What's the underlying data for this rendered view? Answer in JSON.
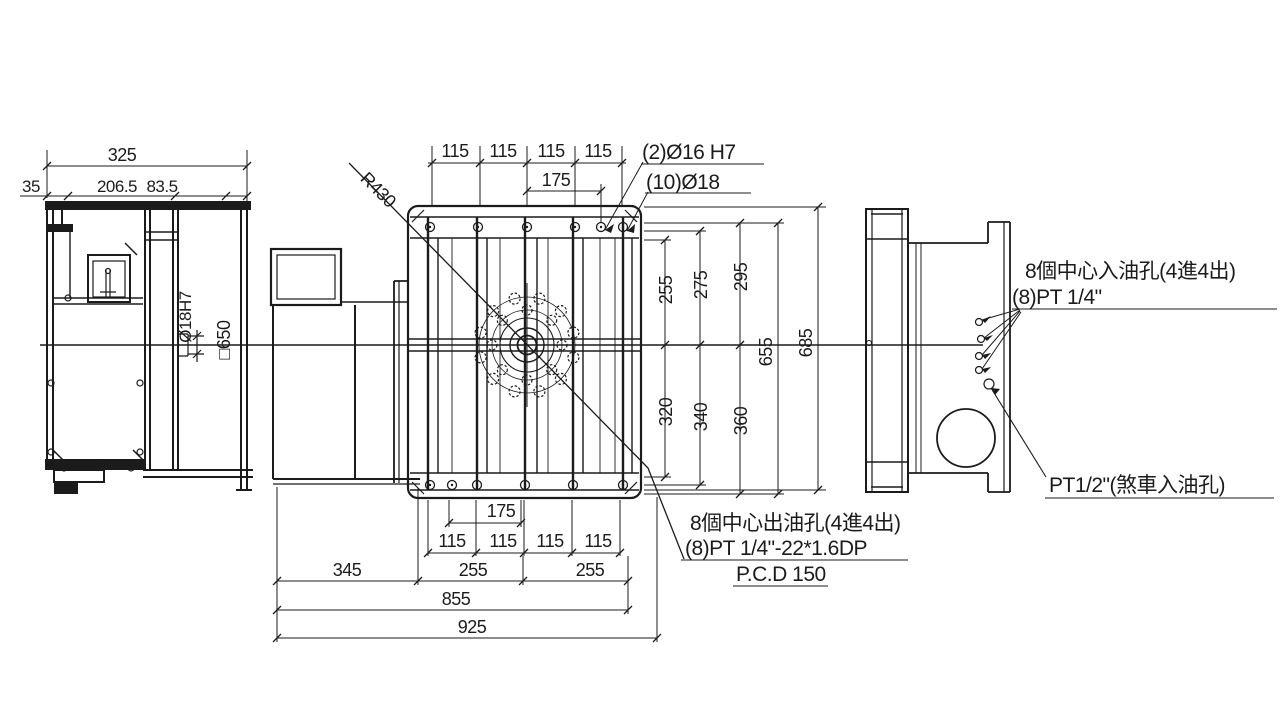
{
  "drawing": {
    "left_view": {
      "total_width": "325",
      "seg_a": "35",
      "seg_b": "206.5",
      "seg_c": "83.5",
      "bore": "Ø18H7",
      "square": "□650"
    },
    "front_view": {
      "top_pitch": [
        "115",
        "115",
        "115",
        "115"
      ],
      "top_span": "175",
      "radius": "R430",
      "note_ream": "(2)Ø16 H7",
      "note_drill": "(10)Ø18",
      "up_dims": [
        "255",
        "275",
        "295"
      ],
      "down_dims": [
        "320",
        "340",
        "360"
      ],
      "height_inner": "655",
      "height_outer": "685",
      "bottom_span": "175",
      "bottom_pitch": [
        "115",
        "115",
        "115",
        "115"
      ],
      "bottom_segs": [
        "345",
        "255",
        "255"
      ],
      "bottom_total_1": "855",
      "bottom_total_2": "925",
      "outlet_line1": "8個中心出油孔(4進4出)",
      "outlet_line2": "(8)PT 1/4\"-22*1.6DP",
      "outlet_line3": "P.C.D 150"
    },
    "right_view": {
      "inlet_line1": "8個中心入油孔(4進4出)",
      "inlet_line2": "(8)PT 1/4\"",
      "brake_line": "PT1/2\"(煞車入油孔)"
    }
  }
}
